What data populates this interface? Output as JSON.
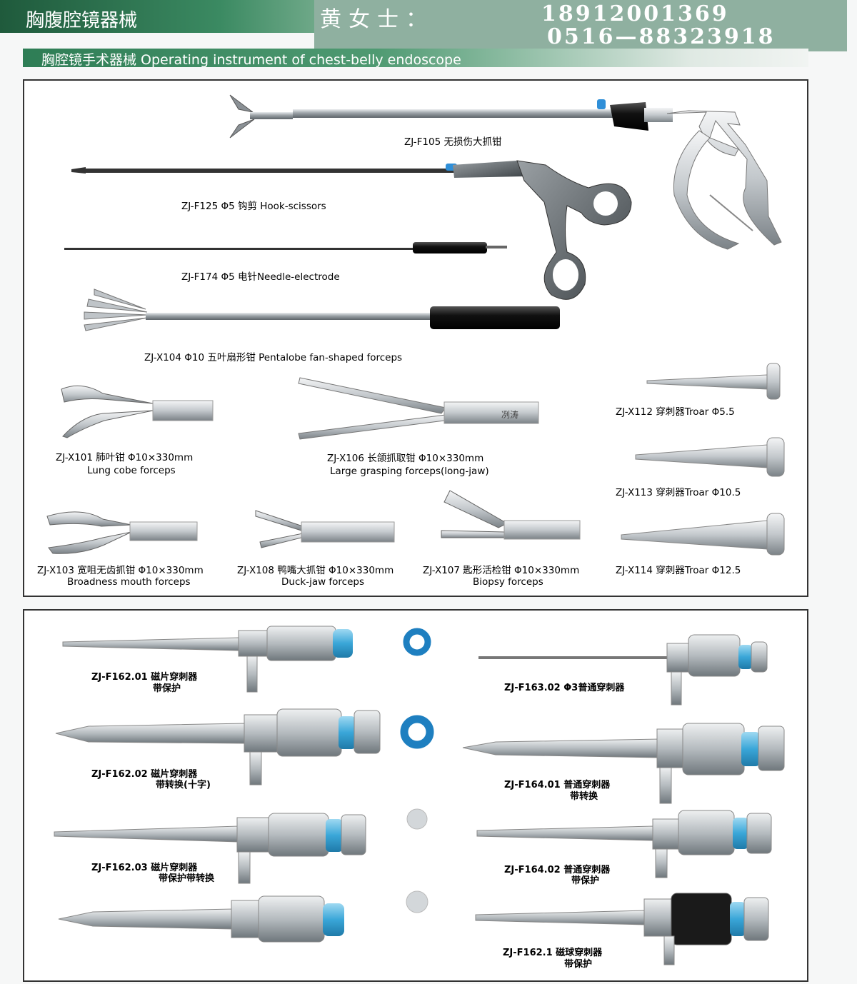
{
  "header": {
    "category": "胸腹腔镜器械",
    "contact_name": "黄女士：",
    "phone_mobile": "18912001369",
    "phone_landline": "0516—88323918",
    "subtitle": "胸腔镜手术器械 Operating instrument of chest-belly endoscope"
  },
  "colors": {
    "header_green": "#1f5a3c",
    "header_gray_green": "#8fb0a0",
    "seal_blue": "#1e7fc0",
    "trocar_cap_blue": "#3aa6d8"
  },
  "panel_top": {
    "items": [
      {
        "id": "f105",
        "label": "ZJ-F105 无损伤大抓钳",
        "icon": "grasper-icon"
      },
      {
        "id": "f125",
        "label": "ZJ-F125 Φ5 钩剪 Hook-scissors",
        "icon": "scissors-icon"
      },
      {
        "id": "f174",
        "label": "ZJ-F174 Φ5 电针Needle-electrode",
        "icon": "needle-icon"
      },
      {
        "id": "x104",
        "label": "ZJ-X104 Φ10 五叶扇形钳 Pentalobe fan-shaped forceps",
        "icon": "fan-forceps-icon"
      },
      {
        "id": "x101",
        "label": "ZJ-X101 肺叶钳 Φ10×330mm",
        "label2": "Lung cobe forceps",
        "icon": "lung-forceps-icon"
      },
      {
        "id": "x106",
        "label": "ZJ-X106 长颌抓取钳 Φ10×330mm",
        "label2": "Large grasping forceps(long-jaw)",
        "icon": "long-jaw-forceps-icon"
      },
      {
        "id": "x112",
        "label": "ZJ-X112 穿刺器Troar Φ5.5",
        "icon": "trocar-icon"
      },
      {
        "id": "x113",
        "label": "ZJ-X113 穿刺器Troar Φ10.5",
        "icon": "trocar-icon"
      },
      {
        "id": "x103",
        "label": "ZJ-X103 宽咀无齿抓钳 Φ10×330mm",
        "label2": "Broadness mouth forceps",
        "icon": "broad-forceps-icon"
      },
      {
        "id": "x108",
        "label": "ZJ-X108 鸭嘴大抓钳 Φ10×330mm",
        "label2": "Duck-jaw forceps",
        "icon": "duck-jaw-forceps-icon"
      },
      {
        "id": "x107",
        "label": "ZJ-X107 匙形活检钳 Φ10×330mm",
        "label2": "Biopsy forceps",
        "icon": "biopsy-forceps-icon"
      },
      {
        "id": "x114",
        "label": "ZJ-X114 穿刺器Troar Φ12.5",
        "icon": "trocar-icon"
      }
    ],
    "engraving": "冽涛"
  },
  "panel_bottom": {
    "items": [
      {
        "id": "f16201",
        "label": "ZJ-F162.01 磁片穿刺器",
        "label2": "带保护"
      },
      {
        "id": "f16302",
        "label": "ZJ-F163.02 Φ3普通穿刺器",
        "label2": ""
      },
      {
        "id": "f16202",
        "label": "ZJ-F162.02 磁片穿刺器",
        "label2": "带转换(十字)"
      },
      {
        "id": "f16401",
        "label": "ZJ-F164.01 普通穿刺器",
        "label2": "带转换"
      },
      {
        "id": "f16203",
        "label": "ZJ-F162.03 磁片穿刺器",
        "label2": "带保护带转换"
      },
      {
        "id": "f16402",
        "label": "ZJ-F164.02 普通穿刺器",
        "label2": "带保护"
      },
      {
        "id": "f1621",
        "label": "ZJ-F162.1 磁球穿刺器",
        "label2": "带保护"
      }
    ]
  }
}
